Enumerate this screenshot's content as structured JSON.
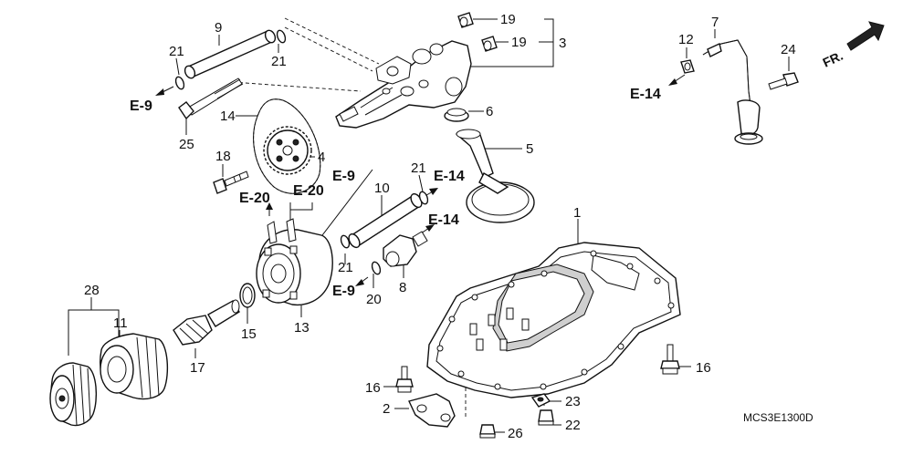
{
  "diagram": {
    "code": "MCS3E1300D",
    "direction_marker": "FR."
  },
  "callouts": [
    {
      "id": "c1",
      "text": "1"
    },
    {
      "id": "c2",
      "text": "2"
    },
    {
      "id": "c3",
      "text": "3"
    },
    {
      "id": "c4",
      "text": "4"
    },
    {
      "id": "c5",
      "text": "5"
    },
    {
      "id": "c6",
      "text": "6"
    },
    {
      "id": "c7",
      "text": "7"
    },
    {
      "id": "c8",
      "text": "8"
    },
    {
      "id": "c9",
      "text": "9"
    },
    {
      "id": "c10",
      "text": "10"
    },
    {
      "id": "c11",
      "text": "11"
    },
    {
      "id": "c12",
      "text": "12"
    },
    {
      "id": "c13",
      "text": "13"
    },
    {
      "id": "c14",
      "text": "14"
    },
    {
      "id": "c15",
      "text": "15"
    },
    {
      "id": "c16a",
      "text": "16"
    },
    {
      "id": "c16b",
      "text": "16"
    },
    {
      "id": "c17",
      "text": "17"
    },
    {
      "id": "c18",
      "text": "18"
    },
    {
      "id": "c19a",
      "text": "19"
    },
    {
      "id": "c19b",
      "text": "19"
    },
    {
      "id": "c20",
      "text": "20"
    },
    {
      "id": "c21a",
      "text": "21"
    },
    {
      "id": "c21b",
      "text": "21"
    },
    {
      "id": "c21c",
      "text": "21"
    },
    {
      "id": "c21d",
      "text": "21"
    },
    {
      "id": "c22",
      "text": "22"
    },
    {
      "id": "c23",
      "text": "23"
    },
    {
      "id": "c24",
      "text": "24"
    },
    {
      "id": "c25",
      "text": "25"
    },
    {
      "id": "c26",
      "text": "26"
    },
    {
      "id": "c28",
      "text": "28"
    }
  ],
  "references": [
    {
      "id": "r1",
      "text": "E-9"
    },
    {
      "id": "r2",
      "text": "E-9"
    },
    {
      "id": "r3",
      "text": "E-9"
    },
    {
      "id": "r4",
      "text": "E-14"
    },
    {
      "id": "r5",
      "text": "E-14"
    },
    {
      "id": "r6",
      "text": "E-14"
    },
    {
      "id": "r7",
      "text": "E-20"
    },
    {
      "id": "r8",
      "text": "E-20"
    }
  ]
}
